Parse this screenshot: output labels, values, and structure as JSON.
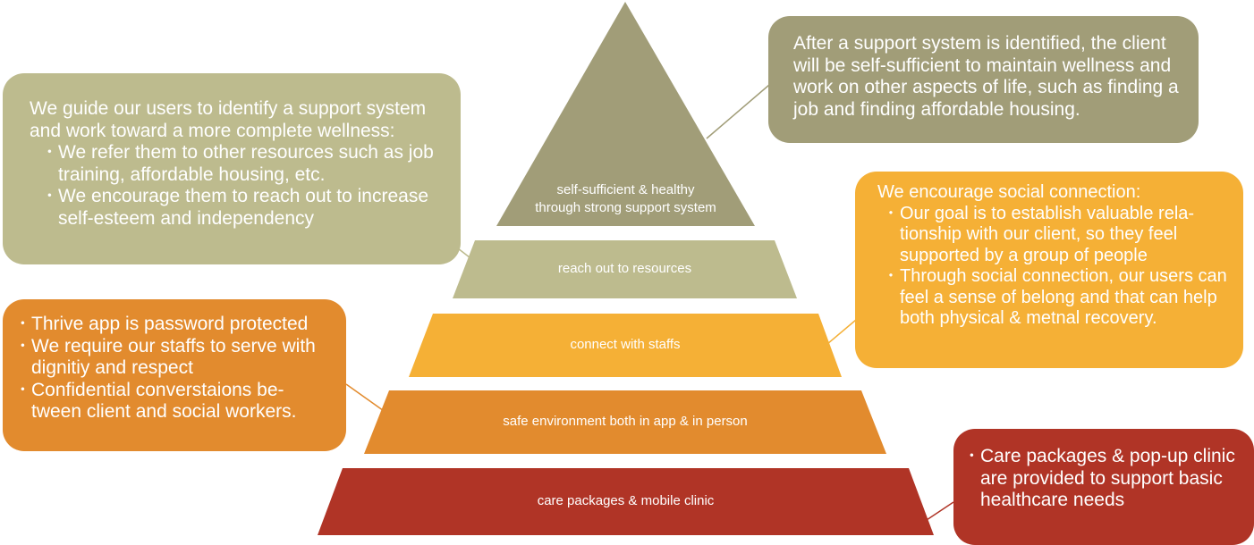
{
  "pyramid": {
    "tiers": [
      {
        "key": "top",
        "label_lines": [
          "self-sufficient & healthy",
          "through strong support system"
        ],
        "color": "#A19D78"
      },
      {
        "key": "resources",
        "label_lines": [
          "reach out to resources"
        ],
        "color": "#BDBB8E"
      },
      {
        "key": "staffs",
        "label_lines": [
          "connect with staffs"
        ],
        "color": "#F5B036"
      },
      {
        "key": "safe",
        "label_lines": [
          "safe environment both in app & in person"
        ],
        "color": "#E28B2E"
      },
      {
        "key": "care",
        "label_lines": [
          "care packages & mobile clinic"
        ],
        "color": "#B03426"
      }
    ]
  },
  "callouts": {
    "top_right": {
      "color": "#A19D78",
      "text": "After a support system is identified, the client will be self-sufficient to maintain wellness and work on other aspects of life, such as finding a job and finding affordable housing."
    },
    "top_left": {
      "color": "#BDBB8E",
      "heading": "We guide our users to identify a support system and work toward a more complete wellness:",
      "bullets": [
        "We refer them to other resources such as job training, affordable housing, etc.",
        "We encourage them to reach out to increase self-esteem and independency"
      ]
    },
    "mid_right": {
      "color": "#F5B036",
      "heading": "We encourage social connection:",
      "bullets": [
        "Our goal is to establish valuable rela-tionship with our client, so they feel supported by a group of people",
        "Through social connection, our users can feel a sense of belong and that can help both physical & metnal recovery."
      ]
    },
    "mid_left": {
      "color": "#E28B2E",
      "bullets": [
        "Thrive app is password protected",
        "We require our staffs to serve with dignitiy and respect",
        "Confidential converstaions be-tween client and social workers."
      ]
    },
    "bottom_right": {
      "color": "#B03426",
      "bullets": [
        "Care packages & pop-up clinic are provided to support basic healthcare needs"
      ]
    }
  }
}
